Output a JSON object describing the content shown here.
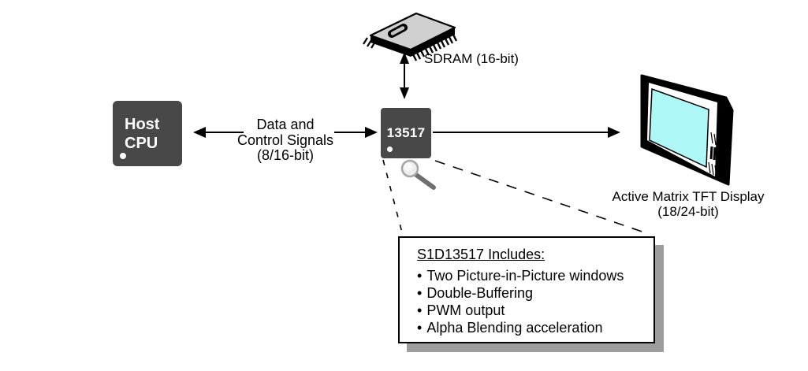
{
  "figure": {
    "description": "S1D13517 system block diagram"
  },
  "blocks": {
    "host_cpu_label": "Host CPU",
    "chip_label": "13517"
  },
  "labels": {
    "bus": [
      "Data and",
      "Control Signals",
      "(8/16-bit)"
    ],
    "sdram": "SDRAM (16-bit)",
    "display": [
      "Active Matrix TFT Display",
      "(18/24-bit)"
    ]
  },
  "callout": {
    "title": "S1D13517 Includes:",
    "bullet": "•",
    "items": [
      "Two Picture-in-Picture windows",
      "Double-Buffering",
      "PWM output",
      "Alpha Blending acceleration"
    ]
  },
  "icons": {
    "sdram_chip": "dip-memory-chip",
    "magnifier": "magnifying-glass",
    "display": "tft-monitor"
  },
  "colors": {
    "block_fill": "#484848",
    "screen_fill": "#aef7f7",
    "callout_shadow": "#9d9d9d",
    "line": "#000000"
  }
}
